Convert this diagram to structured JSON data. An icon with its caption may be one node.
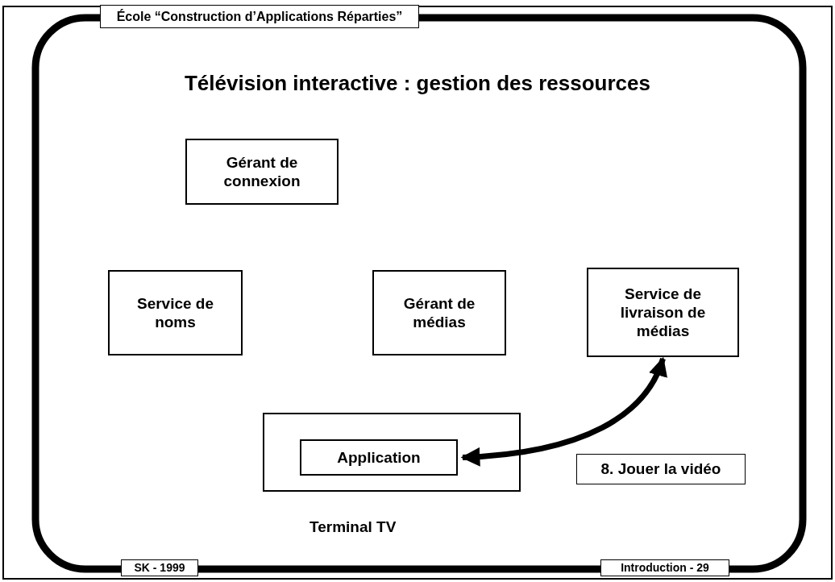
{
  "diagram": {
    "title": "Télévision interactive : gestion des ressources",
    "nodes": [
      {
        "text": [
          "Gérant de connexion"
        ]
      },
      {
        "text": [
          "Service de noms"
        ]
      },
      {
        "text": [
          "Gérant de médias"
        ]
      },
      {
        "text": [
          "Service de livraison de médias"
        ]
      },
      {
        "text": [
          "Terminal TV"
        ]
      },
      {
        "text": [
          "Application"
        ],
        "in": 4
      }
    ],
    "edges": [
      {
        "from": 5,
        "to": 3,
        "arrow": "both",
        "label": "8. Jouer la vidéo"
      }
    ],
    "labels": [
      "École “Construction d’Applications Réparties”",
      "SK - 1999",
      "Introduction - 29"
    ]
  }
}
